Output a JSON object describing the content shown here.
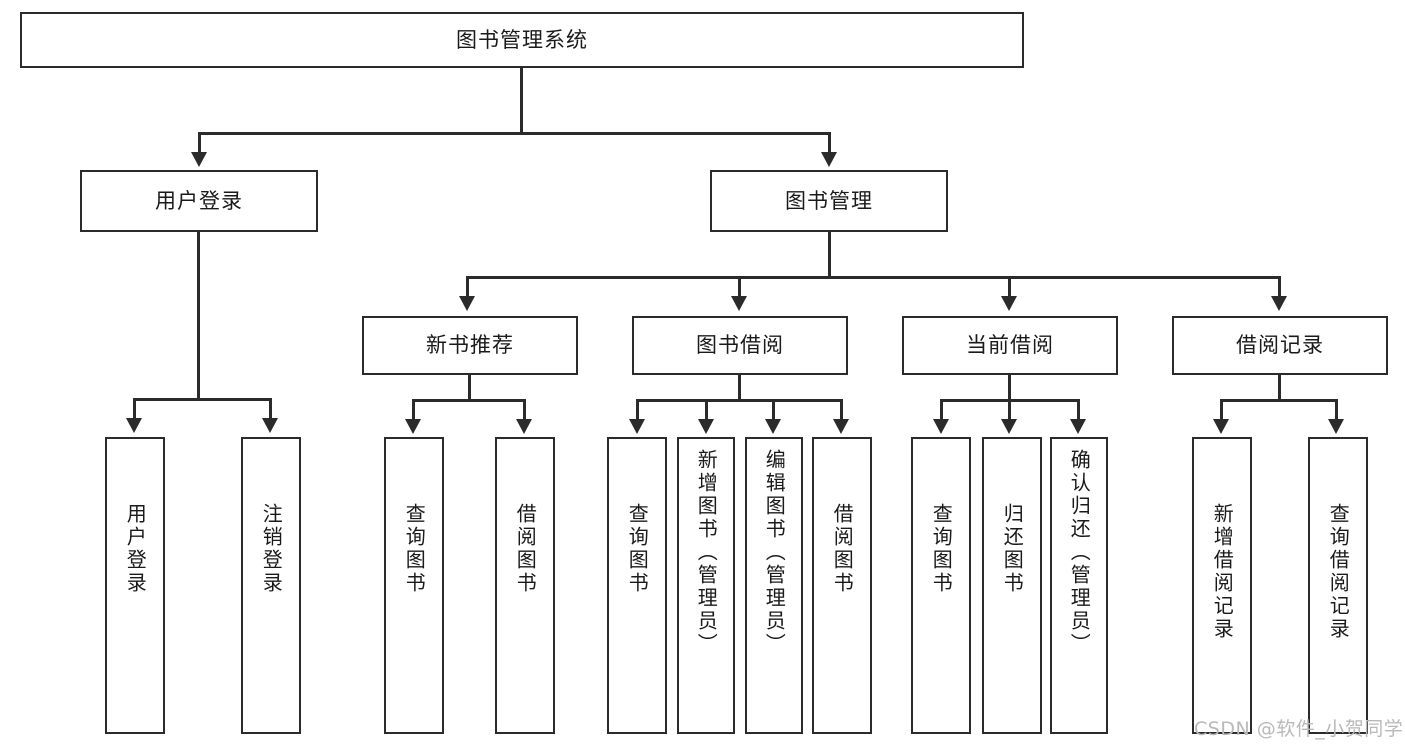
{
  "diagram": {
    "title": "图书管理系统",
    "type": "tree",
    "root": {
      "label": "图书管理系统"
    },
    "level2": [
      {
        "label": "用户登录"
      },
      {
        "label": "图书管理"
      }
    ],
    "level3": [
      {
        "label": "新书推荐"
      },
      {
        "label": "图书借阅"
      },
      {
        "label": "当前借阅"
      },
      {
        "label": "借阅记录"
      }
    ],
    "leaves": {
      "user_login": [
        {
          "label": "用户登录"
        },
        {
          "label": "注销登录"
        }
      ],
      "new_book": [
        {
          "label": "查询图书"
        },
        {
          "label": "借阅图书"
        }
      ],
      "borrow": [
        {
          "label": "查询图书"
        },
        {
          "label": "新增图书（管理员）"
        },
        {
          "label": "编辑图书（管理员）"
        },
        {
          "label": "借阅图书"
        }
      ],
      "current": [
        {
          "label": "查询图书"
        },
        {
          "label": "归还图书"
        },
        {
          "label": "确认归还（管理员）"
        }
      ],
      "records": [
        {
          "label": "新增借阅记录"
        },
        {
          "label": "查询借阅记录"
        }
      ]
    }
  },
  "watermark": {
    "text": "CSDN @软件_小贺同学"
  },
  "colors": {
    "stroke": "#2b2b2b",
    "fill": "#ffffff",
    "text": "#1a1a1a",
    "watermark": "#b9b9b9"
  }
}
